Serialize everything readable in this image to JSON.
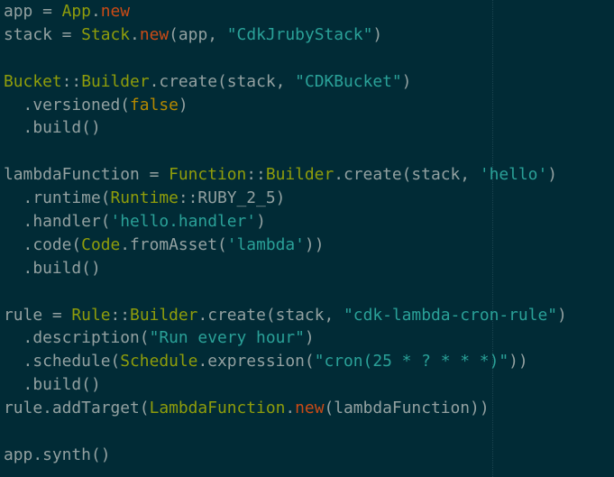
{
  "code": {
    "lines": [
      [
        [
          "app = ",
          "plain"
        ],
        [
          "App",
          "class"
        ],
        [
          ".",
          "plain"
        ],
        [
          "new",
          "kw"
        ]
      ],
      [
        [
          "stack = ",
          "plain"
        ],
        [
          "Stack",
          "class"
        ],
        [
          ".",
          "plain"
        ],
        [
          "new",
          "kw"
        ],
        [
          "(app, ",
          "plain"
        ],
        [
          "\"CdkJrubyStack\"",
          "str"
        ],
        [
          ")",
          "plain"
        ]
      ],
      [],
      [
        [
          "Bucket",
          "class"
        ],
        [
          "::",
          "plain"
        ],
        [
          "Builder",
          "class"
        ],
        [
          ".create(stack, ",
          "plain"
        ],
        [
          "\"CDKBucket\"",
          "str"
        ],
        [
          ")",
          "plain"
        ]
      ],
      [
        [
          "  .versioned(",
          "plain"
        ],
        [
          "false",
          "const"
        ],
        [
          ")",
          "plain"
        ]
      ],
      [
        [
          "  .build()",
          "plain"
        ]
      ],
      [],
      [
        [
          "lambdaFunction = ",
          "plain"
        ],
        [
          "Function",
          "class"
        ],
        [
          "::",
          "plain"
        ],
        [
          "Builder",
          "class"
        ],
        [
          ".create(stack, ",
          "plain"
        ],
        [
          "'hello'",
          "str"
        ],
        [
          ")",
          "plain"
        ]
      ],
      [
        [
          "  .runtime(",
          "plain"
        ],
        [
          "Runtime",
          "class"
        ],
        [
          "::RUBY_2_5)",
          "plain"
        ]
      ],
      [
        [
          "  .handler(",
          "plain"
        ],
        [
          "'hello.handler'",
          "str"
        ],
        [
          ")",
          "plain"
        ]
      ],
      [
        [
          "  .code(",
          "plain"
        ],
        [
          "Code",
          "class"
        ],
        [
          ".fromAsset(",
          "plain"
        ],
        [
          "'lambda'",
          "str"
        ],
        [
          "))",
          "plain"
        ]
      ],
      [
        [
          "  .build()",
          "plain"
        ]
      ],
      [],
      [
        [
          "rule = ",
          "plain"
        ],
        [
          "Rule",
          "class"
        ],
        [
          "::",
          "plain"
        ],
        [
          "Builder",
          "class"
        ],
        [
          ".create(stack, ",
          "plain"
        ],
        [
          "\"cdk-lambda-cron-rule\"",
          "str"
        ],
        [
          ")",
          "plain"
        ]
      ],
      [
        [
          "  .description(",
          "plain"
        ],
        [
          "\"Run every hour\"",
          "str"
        ],
        [
          ")",
          "plain"
        ]
      ],
      [
        [
          "  .schedule(",
          "plain"
        ],
        [
          "Schedule",
          "class"
        ],
        [
          ".expression(",
          "plain"
        ],
        [
          "\"cron(25 * ? * * *)\"",
          "str"
        ],
        [
          "))",
          "plain"
        ]
      ],
      [
        [
          "  .build()",
          "plain"
        ]
      ],
      [
        [
          "rule.addTarget(",
          "plain"
        ],
        [
          "LambdaFunction",
          "class"
        ],
        [
          ".",
          "plain"
        ],
        [
          "new",
          "kw"
        ],
        [
          "(lambdaFunction))",
          "plain"
        ]
      ],
      [],
      [
        [
          "app.synth()",
          "plain"
        ]
      ]
    ]
  },
  "colors": {
    "background": "#012b36",
    "plain": "#93a1a1",
    "class": "#8f9d0b",
    "keyword": "#cb4b16",
    "string": "#2aa198",
    "constant": "#b58900"
  }
}
